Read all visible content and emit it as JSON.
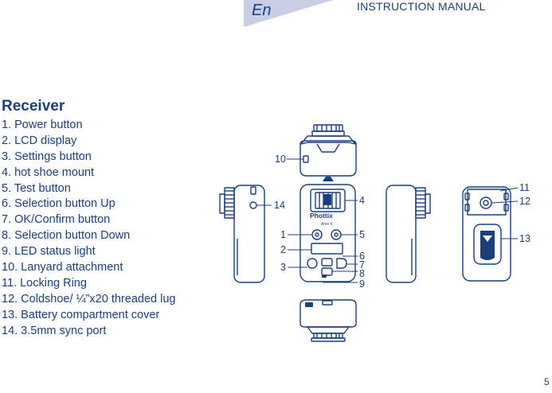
{
  "header": {
    "language": "En",
    "title": "INSTRUCTION MANUAL"
  },
  "section": {
    "title": "Receiver",
    "parts": [
      "1. Power button",
      "2. LCD display",
      "3. Settings button",
      "4. hot shoe mount",
      "5. Test button",
      "6. Selection button Up",
      "7. OK/Confirm button",
      "8. Selection button Down",
      "9. LED status light",
      "10. Lanyard attachment",
      "11. Locking Ring",
      "12. Coldshoe/ ¼”x20 threaded lug",
      "13. Battery compartment cover",
      "14. 3.5mm sync port"
    ]
  },
  "diagram": {
    "brand": "Phottix",
    "model": "Ares II",
    "callouts": {
      "c1": "1",
      "c2": "2",
      "c3": "3",
      "c4": "4",
      "c5": "5",
      "c6": "6",
      "c7": "7",
      "c8": "8",
      "c9": "9",
      "c10": "10",
      "c11": "11",
      "c12": "12",
      "c13": "13",
      "c14": "14"
    }
  },
  "footer": {
    "page_number": "5"
  },
  "colors": {
    "primary": "#1b3f7a",
    "tab": "#c9cee6"
  }
}
